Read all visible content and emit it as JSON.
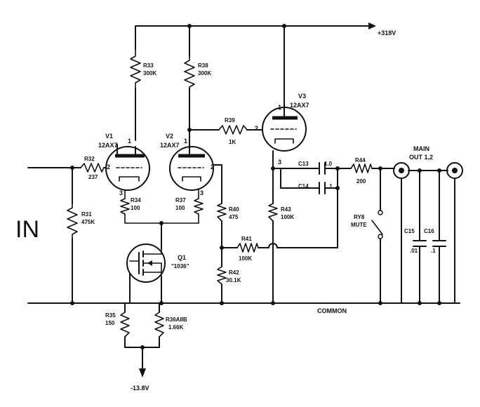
{
  "supply": {
    "positive": "+318V",
    "negative": "-13.8V",
    "ground": "COMMON"
  },
  "input_label": "IN",
  "output": {
    "title": "MAIN",
    "subtitle": "OUT 1,2"
  },
  "tubes": [
    {
      "ref": "V1",
      "type": "12AX7",
      "pins": [
        "1",
        "2",
        "3"
      ]
    },
    {
      "ref": "V2",
      "type": "12AX7",
      "pins": [
        "1",
        "2",
        "3"
      ]
    },
    {
      "ref": "V3",
      "type": "12AX7",
      "pins": [
        "1",
        "2",
        "3"
      ]
    }
  ],
  "resistors": {
    "R31": {
      "ref": "R31",
      "value": "475K"
    },
    "R32": {
      "ref": "R32",
      "value": "237"
    },
    "R33": {
      "ref": "R33",
      "value": "300K"
    },
    "R34": {
      "ref": "R34",
      "value": "100"
    },
    "R35": {
      "ref": "R35",
      "value": "150"
    },
    "R36": {
      "ref": "R36AIIB",
      "value": "1.66K"
    },
    "R37": {
      "ref": "R37",
      "value": "100"
    },
    "R38": {
      "ref": "R38",
      "value": "300K"
    },
    "R39": {
      "ref": "R39",
      "value": "1K"
    },
    "R40": {
      "ref": "R40",
      "value": "475"
    },
    "R41": {
      "ref": "R41",
      "value": "100K"
    },
    "R42": {
      "ref": "R42",
      "value": "30.1K"
    },
    "R43": {
      "ref": "R43",
      "value": "100K"
    },
    "R44": {
      "ref": "R44",
      "value": "200"
    }
  },
  "capacitors": {
    "C13": {
      "ref": "C13",
      "value": "1.0"
    },
    "C14": {
      "ref": "C14",
      "value": ".1"
    },
    "C15": {
      "ref": "C15",
      "value": ".01"
    },
    "C16": {
      "ref": "C16",
      "value": ".1"
    }
  },
  "transistor": {
    "ref": "Q1",
    "part": "\"1036\""
  },
  "relay": {
    "ref": "RY8",
    "function": "MUTE"
  }
}
